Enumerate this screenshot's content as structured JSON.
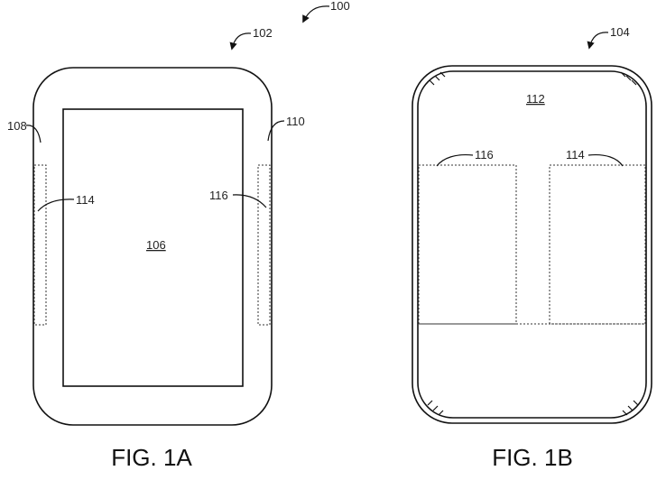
{
  "labels": {
    "ref_100": "100",
    "ref_102": "102",
    "ref_104": "104",
    "ref_106": "106",
    "ref_108": "108",
    "ref_110": "110",
    "ref_112": "112",
    "ref_114_a": "114",
    "ref_116_a": "116",
    "ref_114_b": "114",
    "ref_116_b": "116"
  },
  "captions": {
    "fig_1a": "FIG. 1A",
    "fig_1b": "FIG. 1B"
  }
}
